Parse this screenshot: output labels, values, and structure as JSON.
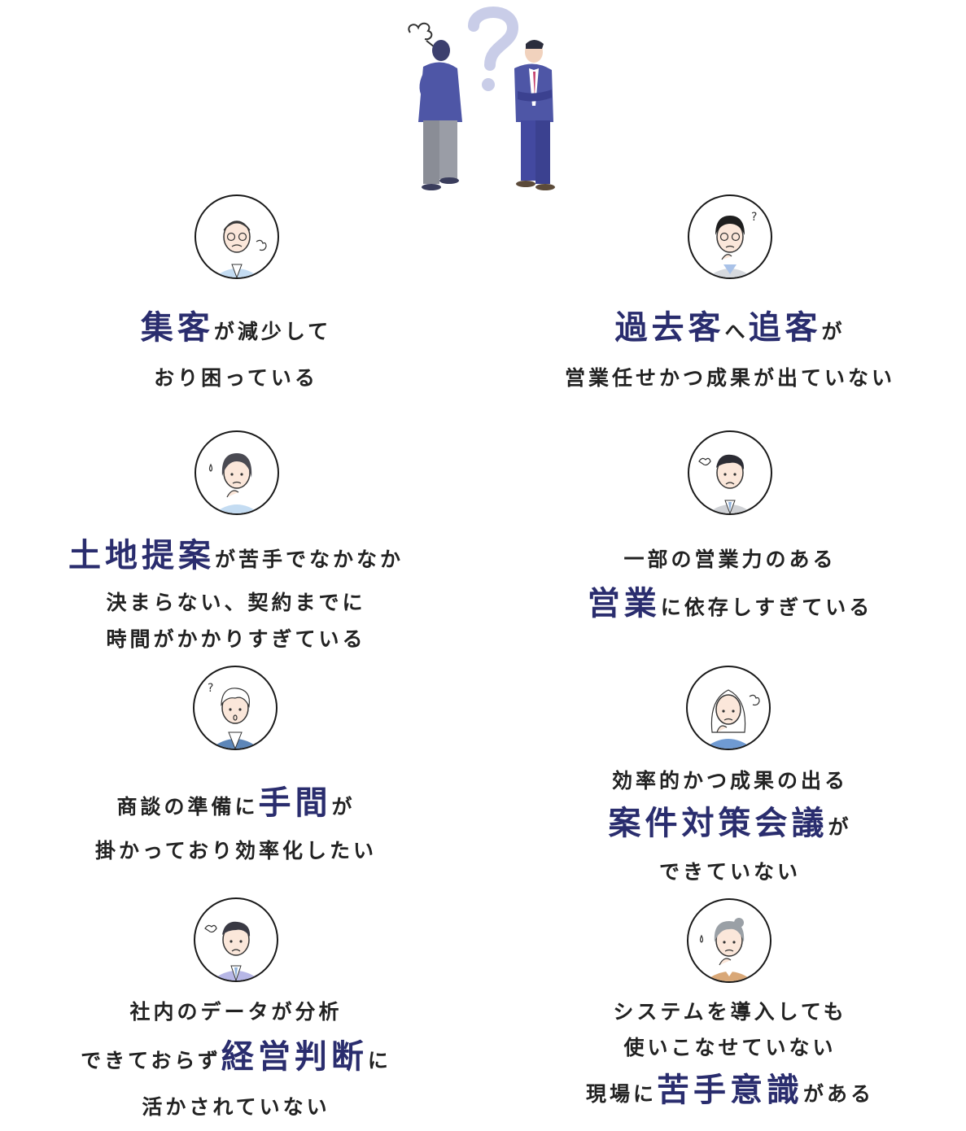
{
  "colors": {
    "accent": "#2a2d6e",
    "text": "#222222",
    "suit": "#4e56a6",
    "question": "#c9cde8"
  },
  "hero": {
    "icon": "two-businessmen-confused-illustration"
  },
  "cards": [
    {
      "icon": "worried-older-man-sigh-icon",
      "lines": [
        {
          "em": "集客",
          "tail": "が減少して"
        },
        {
          "pre": "おり困っている"
        }
      ]
    },
    {
      "icon": "woman-glasses-question-icon",
      "lines": [
        {
          "em": "過去客",
          "mid": "へ",
          "em2": "追客",
          "tail": "が"
        },
        {
          "pre": "営業任せかつ成果が出ていない"
        }
      ]
    },
    {
      "icon": "woman-sweat-thinking-icon",
      "lines": [
        {
          "em": "土地提案",
          "tail": "が苦手でなかなか"
        },
        {
          "pre": "決まらない、契約までに"
        },
        {
          "pre": "時間がかかりすぎている"
        }
      ]
    },
    {
      "icon": "man-frustrated-icon",
      "lines": [
        {
          "pre": "一部の営業力のある"
        },
        {
          "em": "営業",
          "tail": "に依存しすぎている"
        }
      ]
    },
    {
      "icon": "young-man-question-icon",
      "lines": [
        {
          "pre": "商談の準備に",
          "em": "手間",
          "tail": "が"
        },
        {
          "pre": "掛かっており効率化したい"
        }
      ]
    },
    {
      "icon": "woman-long-hair-sigh-icon",
      "lines": [
        {
          "pre": "効率的かつ成果の出る"
        },
        {
          "em": "案件対策会議",
          "tail": "が"
        },
        {
          "pre": "できていない"
        }
      ]
    },
    {
      "icon": "man-frustrated-purple-suit-icon",
      "lines": [
        {
          "pre": "社内のデータが分析"
        },
        {
          "pre": "できておらず",
          "em": "経営判断",
          "tail": "に"
        },
        {
          "pre": "活かされていない"
        }
      ]
    },
    {
      "icon": "woman-sweat-worried-icon",
      "lines": [
        {
          "pre": "システムを導入しても"
        },
        {
          "pre": "使いこなせていない"
        },
        {
          "pre": "現場に",
          "em": "苦手意識",
          "tail": "がある"
        }
      ]
    }
  ]
}
